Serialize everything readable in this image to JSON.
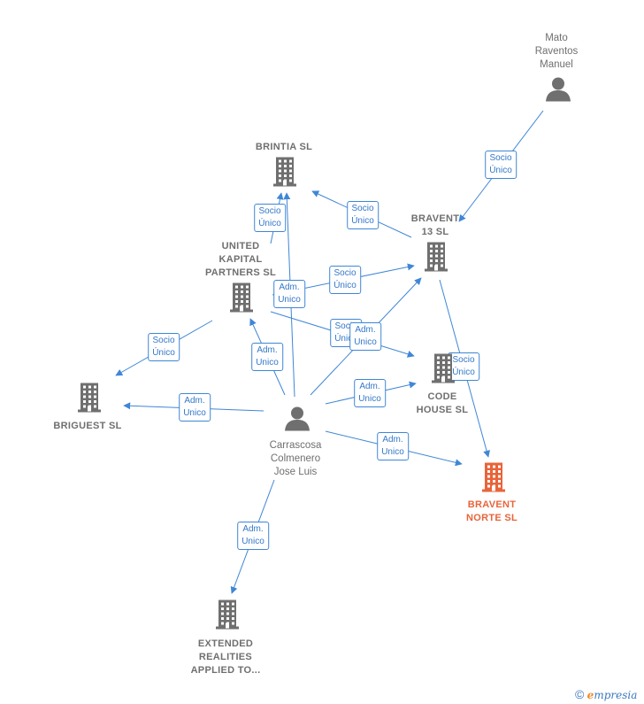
{
  "diagram": {
    "nodes": [
      {
        "id": "mato",
        "type": "person",
        "label": "Mato\nRaventos\nManuel"
      },
      {
        "id": "brintia",
        "type": "company",
        "label": "BRINTIA  SL"
      },
      {
        "id": "bravent13",
        "type": "company",
        "label": "BRAVENT\n13 SL"
      },
      {
        "id": "united",
        "type": "company",
        "label": "UNITED\nKAPITAL\nPARTNERS  SL"
      },
      {
        "id": "briguest",
        "type": "company",
        "label": "BRIGUEST  SL"
      },
      {
        "id": "code",
        "type": "company",
        "label": "CODE\nHOUSE  SL"
      },
      {
        "id": "carrascosa",
        "type": "person",
        "label": "Carrascosa\nColmenero\nJose Luis"
      },
      {
        "id": "bravent_norte",
        "type": "company_focus",
        "label": "BRAVENT\nNORTE  SL"
      },
      {
        "id": "extended",
        "type": "company",
        "label": "EXTENDED\nREALITIES\nAPPLIED TO..."
      }
    ],
    "edges": [
      {
        "from": "mato",
        "to": "bravent13",
        "label": "Socio\nÚnico"
      },
      {
        "from": "bravent13",
        "to": "brintia",
        "label": "Socio\nÚnico"
      },
      {
        "from": "united",
        "to": "brintia",
        "label": "Socio\nÚnico"
      },
      {
        "from": "carrascosa",
        "to": "brintia",
        "label": "Adm.\nUnico"
      },
      {
        "from": "united",
        "to": "bravent13",
        "label": "Socio\nÚnico"
      },
      {
        "from": "united",
        "to": "code",
        "label": "Socio\nÚnico"
      },
      {
        "from": "carrascosa",
        "to": "bravent13",
        "label": "Adm.\nUnico"
      },
      {
        "from": "united",
        "to": "briguest",
        "label": "Socio\nÚnico"
      },
      {
        "from": "carrascosa",
        "to": "united",
        "label": "Adm.\nUnico"
      },
      {
        "from": "carrascosa",
        "to": "briguest",
        "label": "Adm.\nUnico"
      },
      {
        "from": "carrascosa",
        "to": "code",
        "label": "Adm.\nUnico"
      },
      {
        "from": "bravent13",
        "to": "bravent_norte",
        "label": "Socio\nÚnico"
      },
      {
        "from": "carrascosa",
        "to": "bravent_norte",
        "label": "Adm.\nUnico"
      },
      {
        "from": "carrascosa",
        "to": "extended",
        "label": "Adm.\nUnico"
      }
    ]
  },
  "colors": {
    "edge": "#3f86d6",
    "node_gray": "#6f6f6f",
    "focus": "#e8643a"
  },
  "footer": {
    "copyright_symbol": "©",
    "brand_initial": "e",
    "brand_rest": "mpresia"
  }
}
